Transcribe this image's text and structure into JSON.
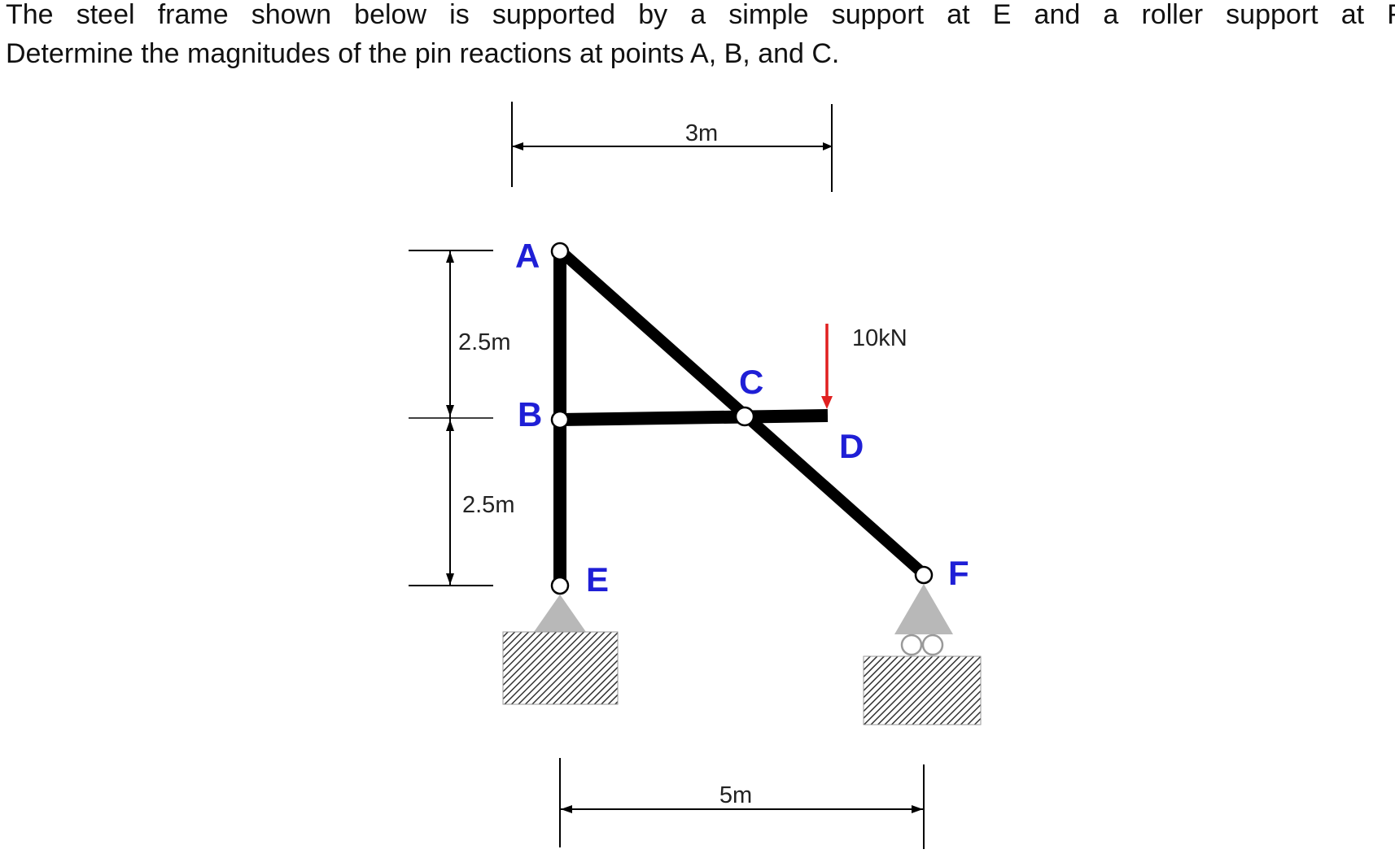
{
  "problem": {
    "line1": "The steel frame shown below is supported by a simple support at E and a roller support at F",
    "line2": "Determine the magnitudes of the pin reactions at points A, B, and C."
  },
  "dimensions": {
    "top_span": "3m",
    "upper_height": "2.5m",
    "lower_height": "2.5m",
    "bottom_span": "5m"
  },
  "load": {
    "label": "10kN",
    "color": "#e02020"
  },
  "points": {
    "A": "A",
    "B": "B",
    "C": "C",
    "D": "D",
    "E": "E",
    "F": "F"
  },
  "colors": {
    "member": "#000000",
    "label": "#1f1fd6",
    "support": "#b8b8b8",
    "dimension": "#000000"
  }
}
